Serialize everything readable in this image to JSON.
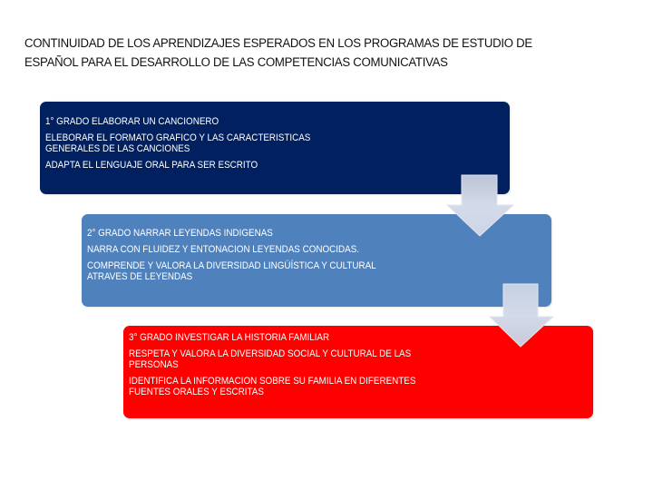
{
  "title": {
    "line1": "CONTINUIDAD DE LOS APRENDIZAJES ESPERADOS EN LOS PROGRAMAS DE ESTUDIO DE",
    "line2": "ESPAÑOL PARA EL DESARROLLO DE LAS COMPETENCIAS COMUNICATIVAS"
  },
  "steps": [
    {
      "color": "#002060",
      "heading": "1° GRADO ELABORAR UN CANCIONERO",
      "items": [
        [
          "ELEBORAR EL FORMATO GRAFICO Y LAS CARACTERISTICAS",
          "GENERALES DE LAS CANCIONES"
        ],
        [
          "ADAPTA EL LENGUAJE ORAL PARA SER ESCRITO"
        ]
      ]
    },
    {
      "color": "#4f81bd",
      "heading": "2° GRADO NARRAR LEYENDAS INDIGENAS",
      "items": [
        [
          "NARRA CON FLUIDEZ Y ENTONACION LEYENDAS CONOCIDAS."
        ],
        [
          "COMPRENDE Y VALORA LA DIVERSIDAD LINGÜÍSTICA Y CULTURAL",
          "ATRAVES DE LEYENDAS"
        ]
      ]
    },
    {
      "color": "#ff0000",
      "heading": "3° GRADO INVESTIGAR LA HISTORIA FAMILIAR",
      "items": [
        [
          "RESPETA Y VALORA LA DIVERSIDAD SOCIAL Y CULTURAL DE LAS",
          "PERSONAS"
        ],
        [
          "IDENTIFICA LA INFORMACION SOBRE SU FAMILIA EN DIFERENTES",
          "FUENTES ORALES Y ESCRITAS"
        ]
      ]
    }
  ],
  "connectors": [
    {
      "icon": "down-arrow-icon",
      "from": "step-1",
      "to": "step-2"
    },
    {
      "icon": "down-arrow-icon",
      "from": "step-2",
      "to": "step-3"
    }
  ]
}
